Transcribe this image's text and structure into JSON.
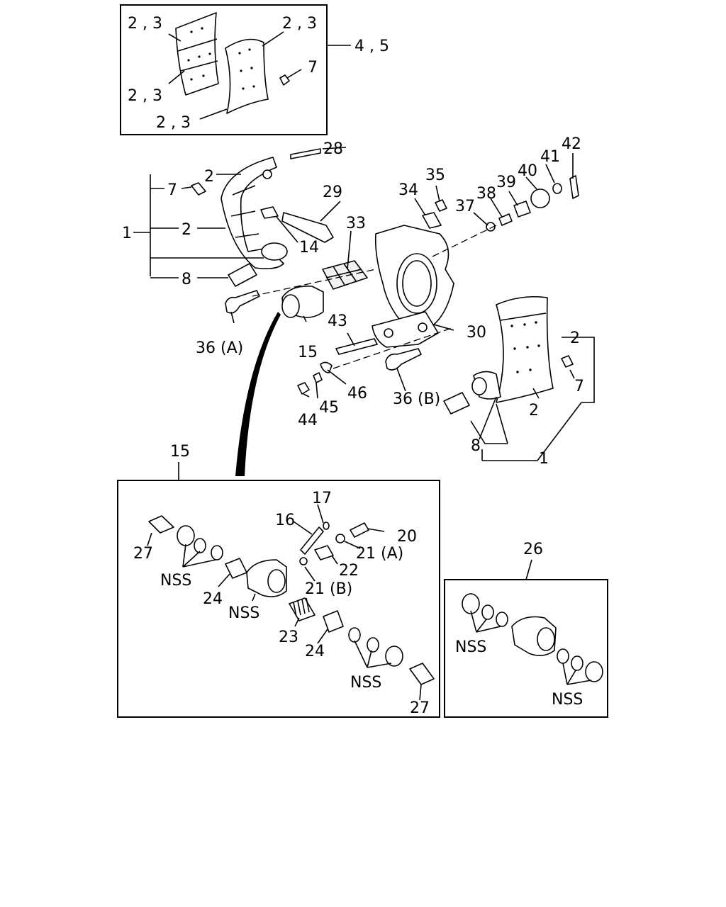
{
  "callouts": {
    "inset_shoe": {
      "a": "2 , 3",
      "b": "2 , 3",
      "c": "2 , 3",
      "d": "2 , 3",
      "assy": "4 , 5",
      "bolt": "7"
    },
    "main": {
      "p28": "28",
      "p2_top": "2",
      "p7_left": "7",
      "p1_left": "1",
      "p2_mid": "2",
      "p8_left": "8",
      "p29": "29",
      "p14": "14",
      "p33": "33",
      "p36a": "36 (A)",
      "p15": "15",
      "p43": "43",
      "p34": "34",
      "p35": "35",
      "p37": "37",
      "p38": "38",
      "p39": "39",
      "p40": "40",
      "p41": "41",
      "p42": "42",
      "p30": "30",
      "p36b": "36 (B)",
      "p44": "44",
      "p45": "45",
      "p46": "46",
      "p2_right": "2",
      "p7_right": "7",
      "p2_low": "2",
      "p8_right": "8",
      "p1_right": "1"
    },
    "wheel_cyl": {
      "title": "15",
      "p17": "17",
      "p16": "16",
      "p20": "20",
      "p21a": "21 (A)",
      "p22": "22",
      "p21b": "21 (B)",
      "p27a": "27",
      "nss_a": "NSS",
      "p24a": "24",
      "nss_b": "NSS",
      "p23": "23",
      "p24b": "24",
      "nss_c": "NSS",
      "p27b": "27"
    },
    "cyl_assy": {
      "title": "26",
      "nss_a": "NSS",
      "nss_b": "NSS"
    }
  }
}
